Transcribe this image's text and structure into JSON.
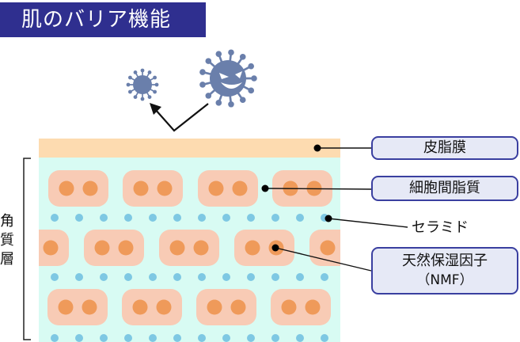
{
  "title": "肌のバリア機能",
  "side_label": [
    "角",
    "質",
    "層"
  ],
  "labels": {
    "sebum": "皮脂膜",
    "intercellular_lipid": "細胞間脂質",
    "ceramide": "セラミド",
    "nmf": "天然保湿因子",
    "nmf_sub": "（NMF）"
  },
  "icons": {
    "small_virus": "virus-icon",
    "big_virus": "angry-virus-icon",
    "arrow": "deflect-arrow-icon"
  },
  "colors": {
    "title_bg": "#2f2f8f",
    "sebum_layer": "#fddbb0",
    "stratum": "#d8fbf3",
    "cell": "#f8cbb5",
    "nucleus": "#ef9a5a",
    "ceramide_dot": "#7ec8e3",
    "virus": "#6a7fab",
    "label_box_bg": "#e6e9f6",
    "label_box_border": "#3a3fa0"
  }
}
